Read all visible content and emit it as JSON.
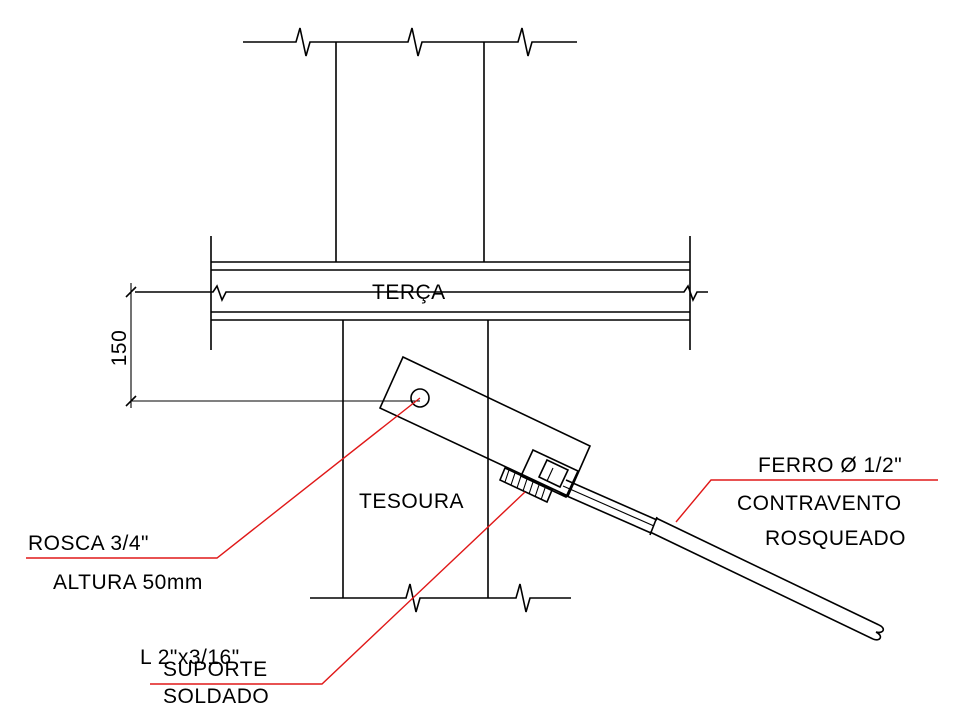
{
  "labels": {
    "purlin": "TERÇA",
    "truss": "TESOURA",
    "dimension": "150",
    "bar": "FERRO Ø 1/2\"",
    "brace_line1": "CONTRAVENTO",
    "brace_line2": "ROSQUEADO",
    "thread": "ROSCA 3/4\"",
    "height": "ALTURA 50mm",
    "angle": "L 2\"x3/16\"",
    "support_line1": "SUPORTE",
    "support_line2": "SOLDADO"
  },
  "colors": {
    "linework": "#000000",
    "leaders": "#e01818",
    "background": "#ffffff"
  }
}
